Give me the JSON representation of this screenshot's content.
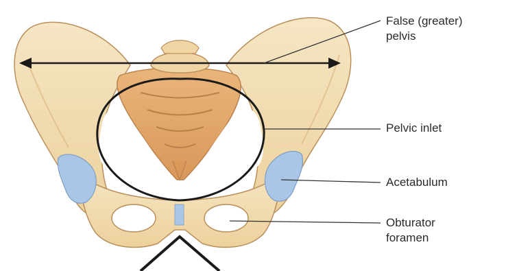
{
  "labels": {
    "false_pelvis": [
      "False (greater)",
      "pelvis"
    ],
    "pelvic_inlet": "Pelvic inlet",
    "acetabulum": "Acetabulum",
    "obturator_foramen": [
      "Obturator",
      "foramen"
    ]
  },
  "colors": {
    "bone": "#f2dcb0",
    "bone_shadow": "#e3bf86",
    "bone_outline": "#b98f5c",
    "sacrum": "#e2aa6c",
    "sacrum_dark": "#c98a4c",
    "cartilage": "#a9c6e6",
    "line": "#1a1a1a"
  }
}
